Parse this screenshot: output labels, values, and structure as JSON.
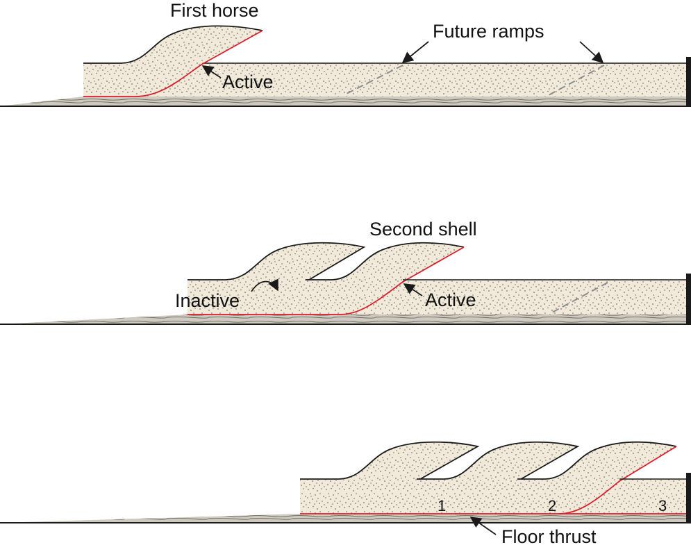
{
  "colors": {
    "sand": "#f1eadb",
    "dots": "#6f6a60",
    "outline": "#1a1a1a",
    "thrust_active": "#d8202c",
    "future_ramp": "#8c8c8c",
    "basement": "#cfcac0",
    "basement_lines": "#6c6860"
  },
  "stage1": {
    "label_first_horse": "First horse",
    "label_future_ramps": "Future ramps",
    "label_active": "Active"
  },
  "stage2": {
    "label_second_shell": "Second shell",
    "label_inactive": "Inactive",
    "label_active": "Active"
  },
  "stage3": {
    "horse_numbers": [
      "1",
      "2",
      "3"
    ],
    "label_floor_thrust": "Floor thrust"
  }
}
